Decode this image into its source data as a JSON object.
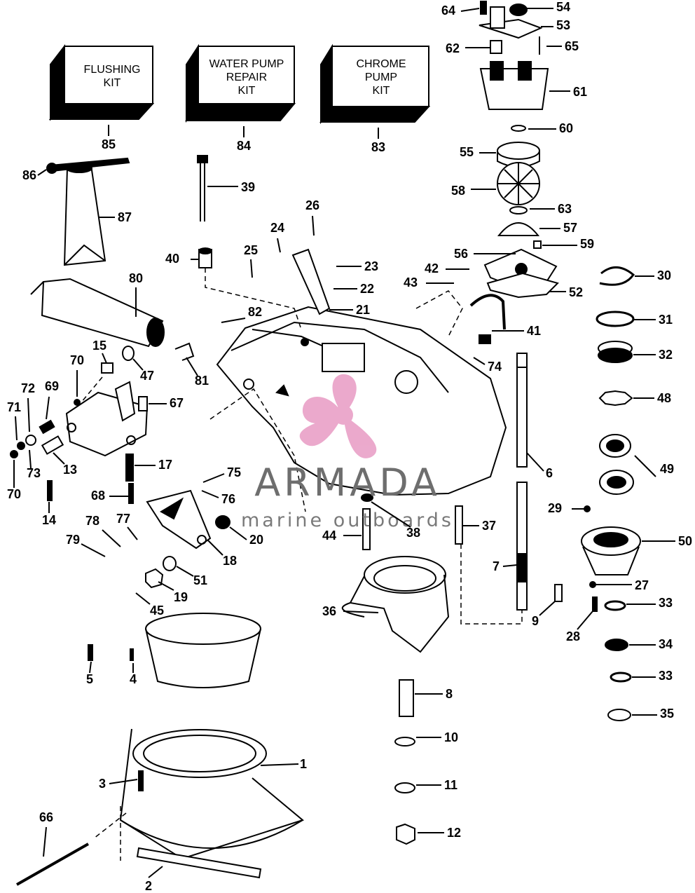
{
  "kits": [
    {
      "lines": [
        "FLUSHING",
        "KIT"
      ],
      "number": "85"
    },
    {
      "lines": [
        "WATER PUMP",
        "REPAIR",
        "KIT"
      ],
      "number": "84"
    },
    {
      "lines": [
        "CHROME",
        "PUMP",
        "KIT"
      ],
      "number": "83"
    }
  ],
  "parts": [
    {
      "id": "1"
    },
    {
      "id": "2"
    },
    {
      "id": "3"
    },
    {
      "id": "4"
    },
    {
      "id": "5"
    },
    {
      "id": "6"
    },
    {
      "id": "7"
    },
    {
      "id": "8"
    },
    {
      "id": "9"
    },
    {
      "id": "10"
    },
    {
      "id": "11"
    },
    {
      "id": "12"
    },
    {
      "id": "13"
    },
    {
      "id": "14"
    },
    {
      "id": "15"
    },
    {
      "id": "17"
    },
    {
      "id": "18"
    },
    {
      "id": "19"
    },
    {
      "id": "20"
    },
    {
      "id": "21"
    },
    {
      "id": "22"
    },
    {
      "id": "23"
    },
    {
      "id": "24"
    },
    {
      "id": "25"
    },
    {
      "id": "26"
    },
    {
      "id": "27"
    },
    {
      "id": "28"
    },
    {
      "id": "29"
    },
    {
      "id": "30"
    },
    {
      "id": "31"
    },
    {
      "id": "32"
    },
    {
      "id": "33"
    },
    {
      "id": "33"
    },
    {
      "id": "34"
    },
    {
      "id": "35"
    },
    {
      "id": "36"
    },
    {
      "id": "37"
    },
    {
      "id": "38"
    },
    {
      "id": "39"
    },
    {
      "id": "40"
    },
    {
      "id": "41"
    },
    {
      "id": "42"
    },
    {
      "id": "43"
    },
    {
      "id": "44"
    },
    {
      "id": "45"
    },
    {
      "id": "47"
    },
    {
      "id": "48"
    },
    {
      "id": "49"
    },
    {
      "id": "50"
    },
    {
      "id": "51"
    },
    {
      "id": "52"
    },
    {
      "id": "53"
    },
    {
      "id": "54"
    },
    {
      "id": "55"
    },
    {
      "id": "56"
    },
    {
      "id": "57"
    },
    {
      "id": "58"
    },
    {
      "id": "59"
    },
    {
      "id": "60"
    },
    {
      "id": "61"
    },
    {
      "id": "62"
    },
    {
      "id": "63"
    },
    {
      "id": "64"
    },
    {
      "id": "65"
    },
    {
      "id": "66"
    },
    {
      "id": "67"
    },
    {
      "id": "68"
    },
    {
      "id": "69"
    },
    {
      "id": "70"
    },
    {
      "id": "70"
    },
    {
      "id": "71"
    },
    {
      "id": "72"
    },
    {
      "id": "73"
    },
    {
      "id": "74"
    },
    {
      "id": "75"
    },
    {
      "id": "76"
    },
    {
      "id": "77"
    },
    {
      "id": "78"
    },
    {
      "id": "79"
    },
    {
      "id": "80"
    },
    {
      "id": "81"
    },
    {
      "id": "82"
    },
    {
      "id": "86"
    },
    {
      "id": "87"
    }
  ],
  "watermark": {
    "brand": "ARMADA",
    "subtitle": "marine outboards",
    "colors": {
      "brand": "#6e6e6e",
      "logo": "#e89bc4"
    }
  }
}
